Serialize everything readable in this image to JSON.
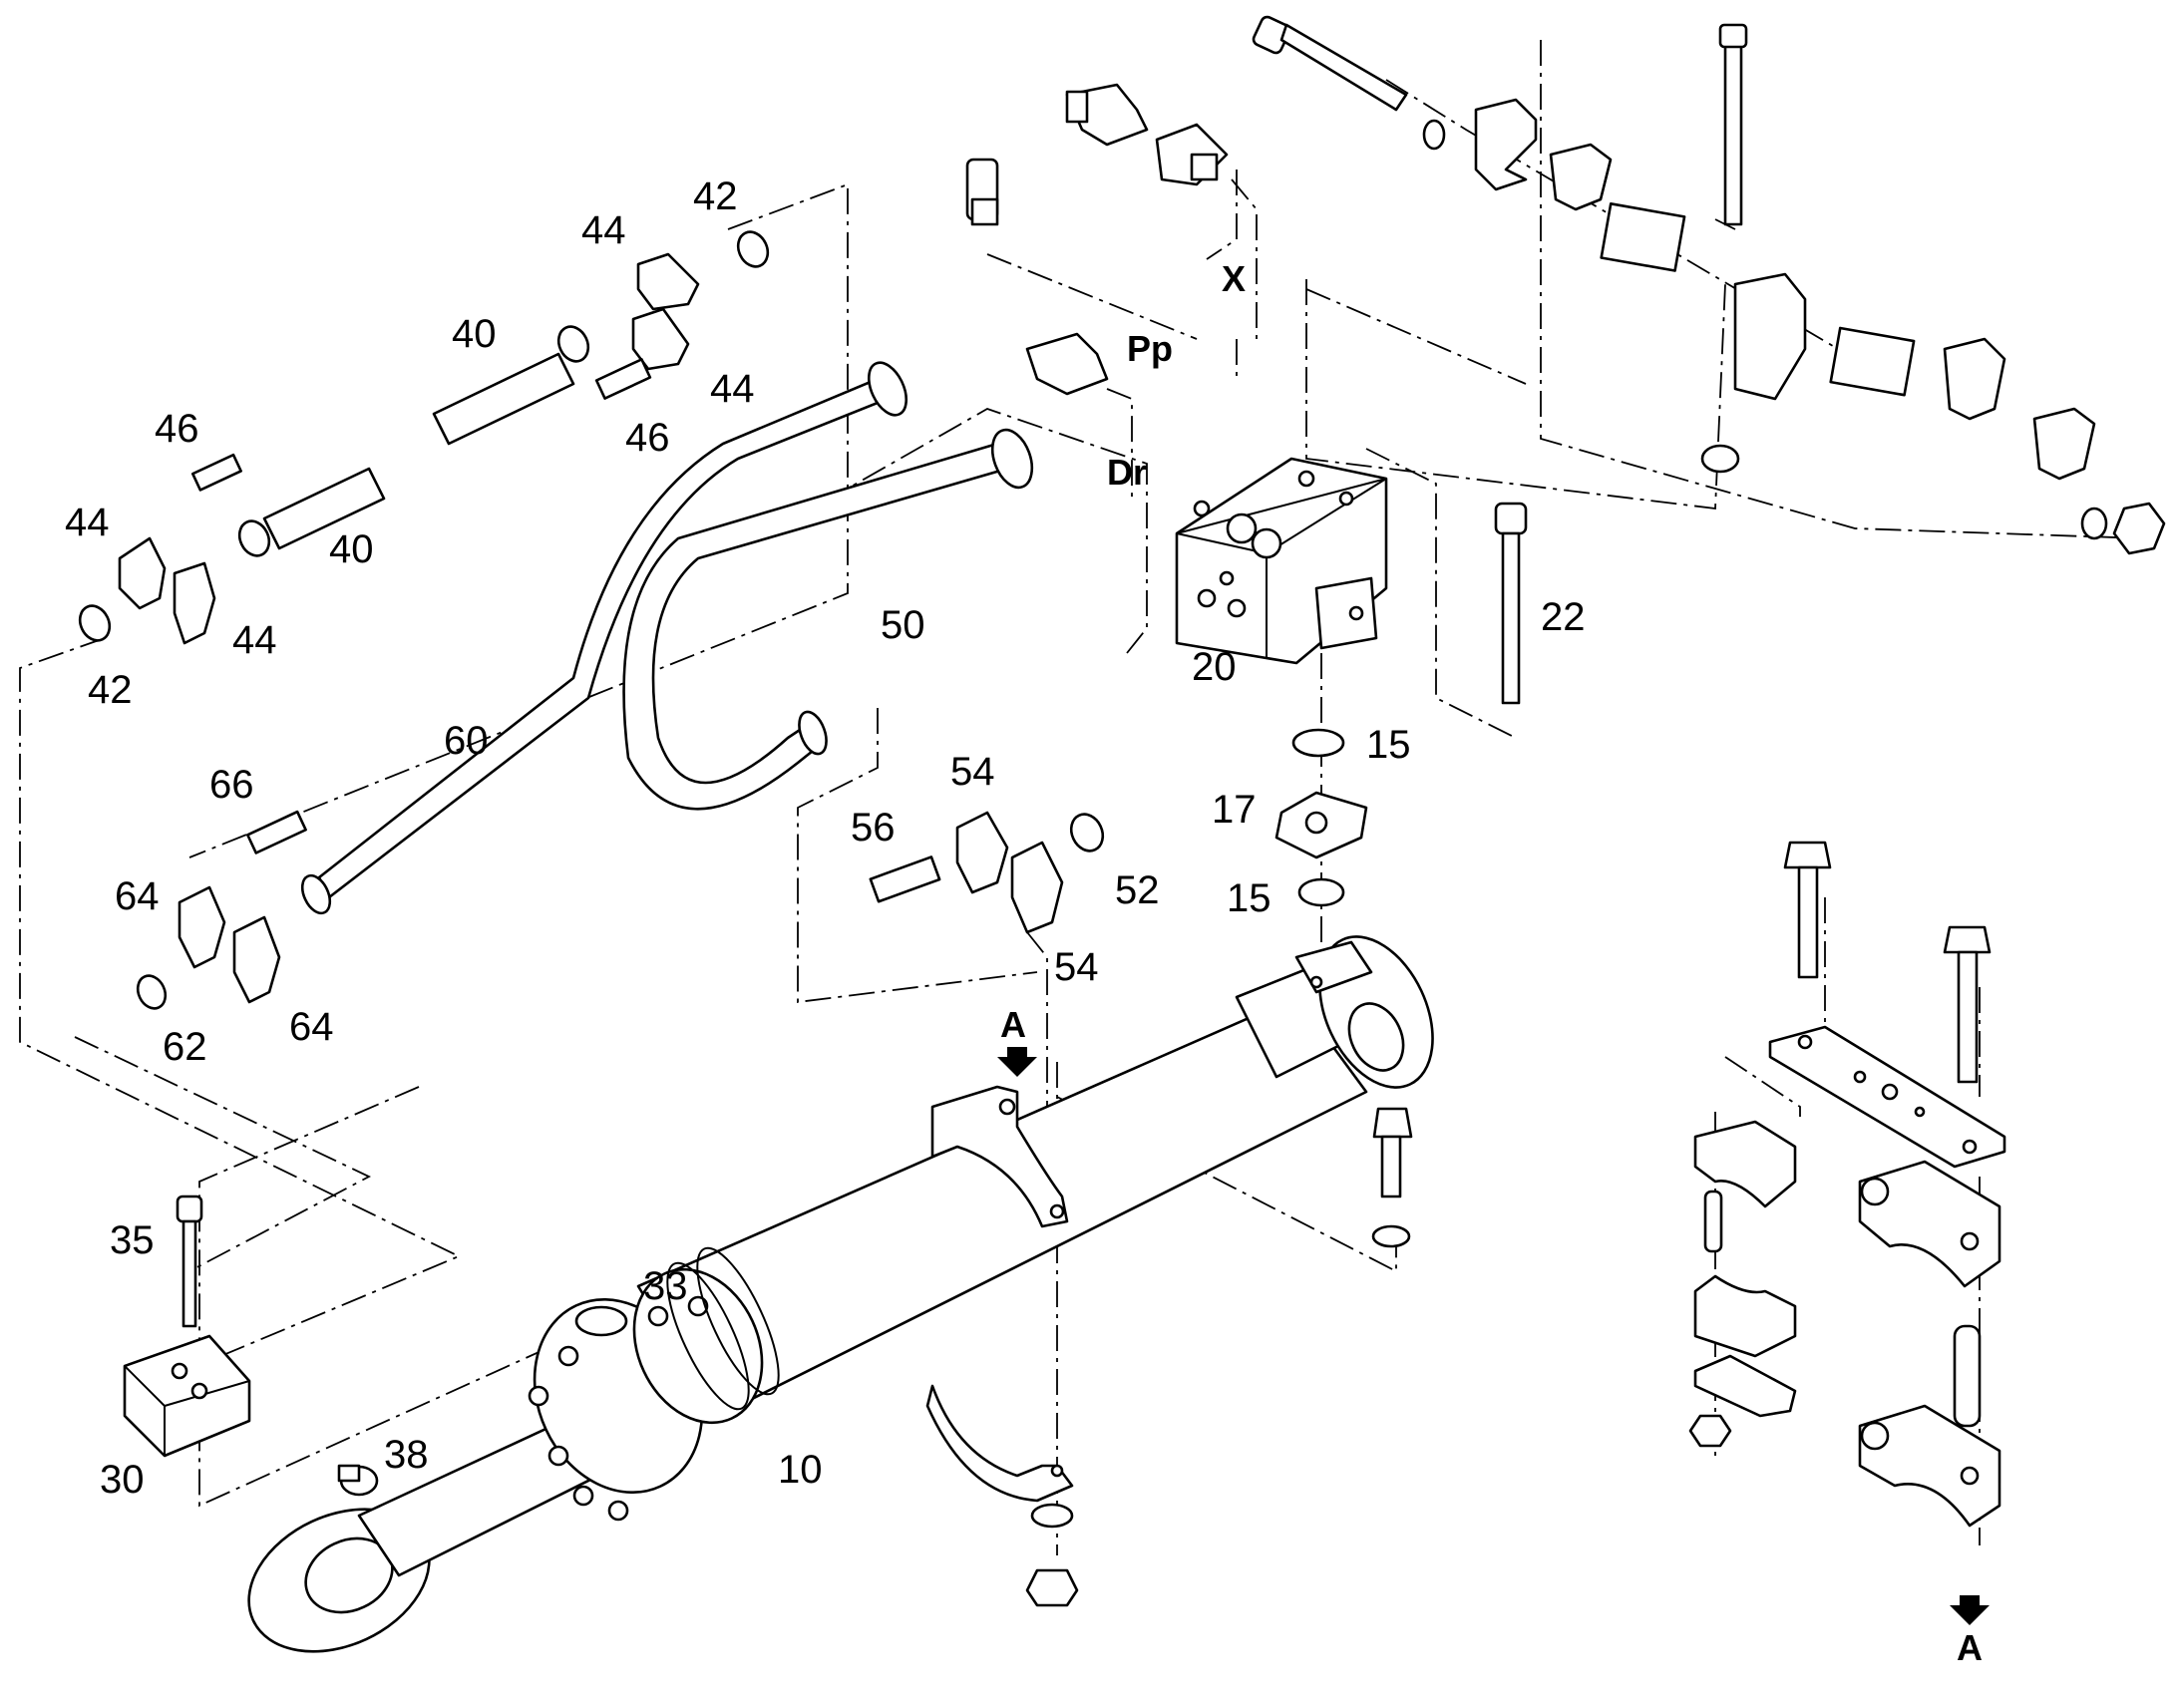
{
  "diagram": {
    "part_numbers": [
      "10",
      "15",
      "15",
      "17",
      "20",
      "22",
      "30",
      "33",
      "35",
      "38",
      "40",
      "40",
      "42",
      "42",
      "44",
      "44",
      "44",
      "44",
      "46",
      "46",
      "50",
      "52",
      "54",
      "54",
      "56",
      "60",
      "62",
      "64",
      "64",
      "66"
    ],
    "port_labels": [
      "Pp",
      "Dr",
      "X"
    ],
    "section_marker": "A"
  },
  "labels": {
    "p10": "10",
    "p15a": "15",
    "p15b": "15",
    "p17": "17",
    "p20": "20",
    "p22": "22",
    "p30": "30",
    "p33": "33",
    "p35": "35",
    "p38": "38",
    "p40a": "40",
    "p40b": "40",
    "p42a": "42",
    "p42b": "42",
    "p44a": "44",
    "p44b": "44",
    "p44c": "44",
    "p44d": "44",
    "p46a": "46",
    "p46b": "46",
    "p50": "50",
    "p52": "52",
    "p54a": "54",
    "p54b": "54",
    "p56": "56",
    "p60": "60",
    "p62": "62",
    "p64a": "64",
    "p64b": "64",
    "p66": "66",
    "pp": "Pp",
    "dr": "Dr",
    "x": "X",
    "sectionA1": "A",
    "sectionA2": "A"
  }
}
